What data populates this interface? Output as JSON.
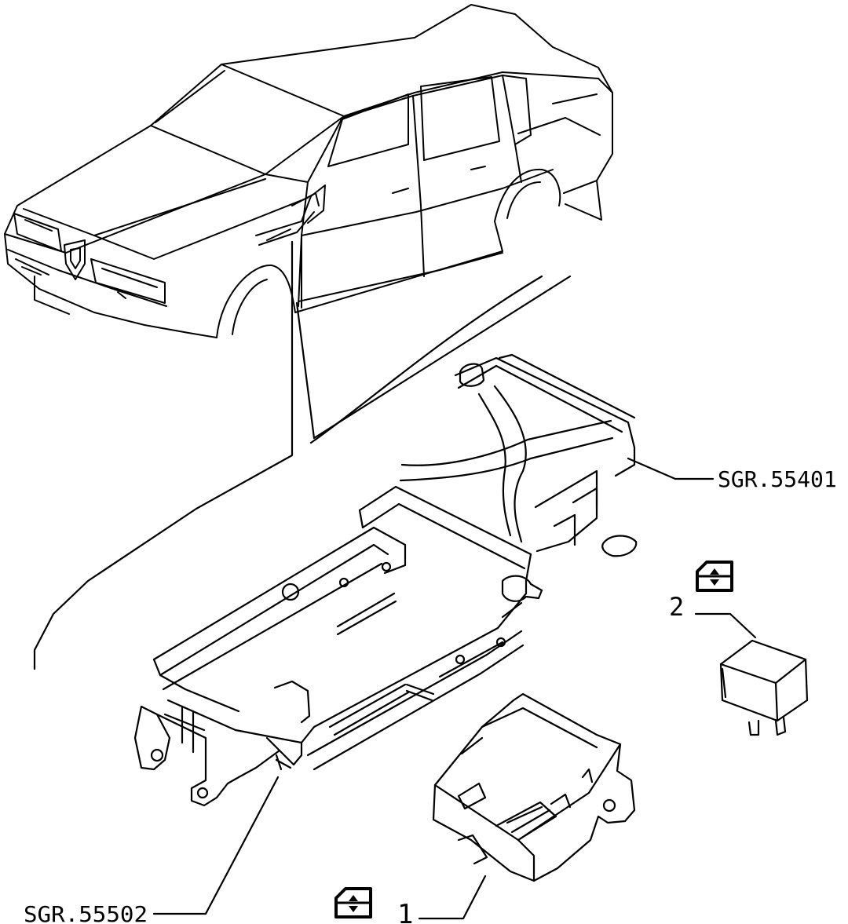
{
  "callouts": {
    "ref_upper": "SGR.55401",
    "ref_lower": "SGR.55502",
    "part_1": "1",
    "part_2": "2"
  },
  "icons": {
    "part_1_icon": "window-lift-icon",
    "part_2_icon": "window-lift-icon"
  },
  "colors": {
    "ink": "#000000",
    "paper": "#ffffff"
  }
}
